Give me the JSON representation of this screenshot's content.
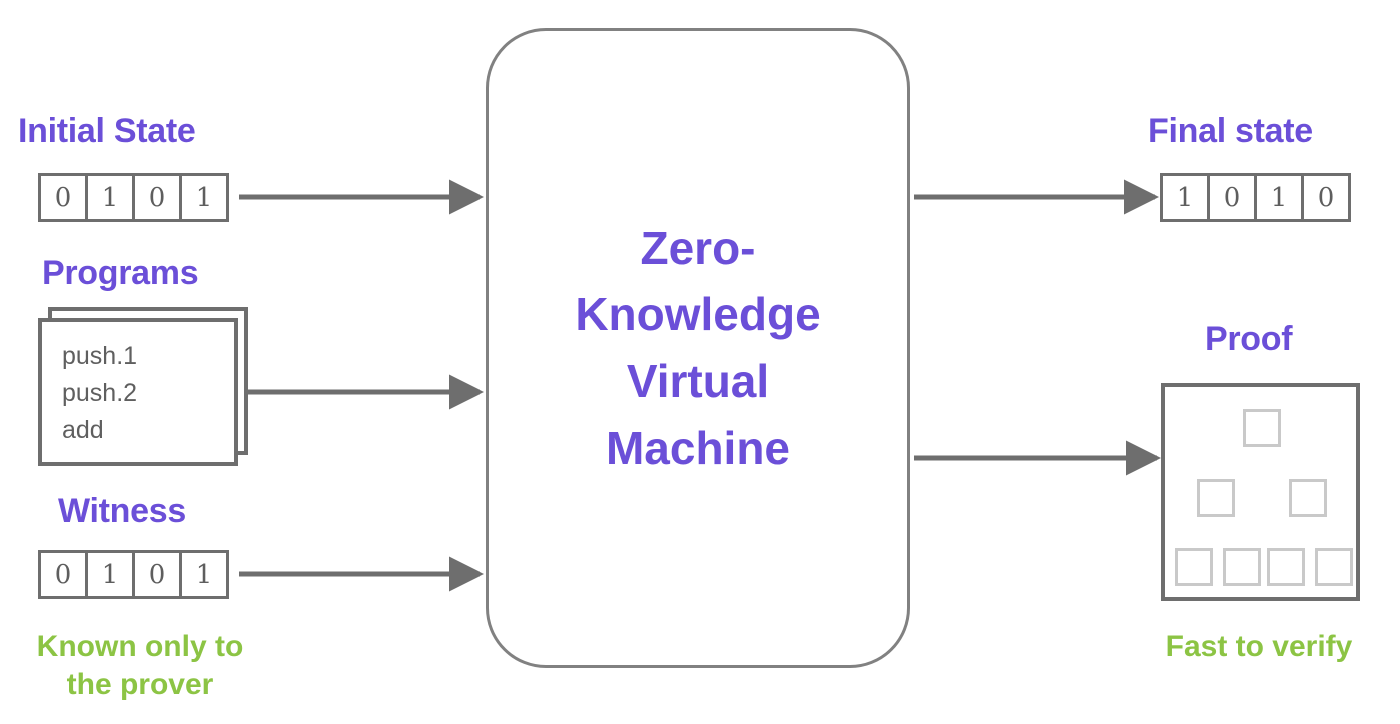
{
  "colors": {
    "heading_purple": "#6b4fd8",
    "note_green": "#8cc444",
    "line_gray": "#6e6e6e",
    "vm_border_gray": "#818181",
    "tree_node_gray": "#c9c9c9",
    "background": "#ffffff"
  },
  "diagram": {
    "type": "flow-diagram",
    "title": "Zero-Knowledge Virtual Machine"
  },
  "inputs": {
    "initial_state": {
      "label": "Initial State",
      "bits": [
        "0",
        "1",
        "0",
        "1"
      ]
    },
    "programs": {
      "label": "Programs",
      "code": [
        "push.1",
        "push.2",
        "add"
      ]
    },
    "witness": {
      "label": "Witness",
      "bits": [
        "0",
        "1",
        "0",
        "1"
      ],
      "note": "Known only to\nthe prover",
      "note_line1": "Known only to",
      "note_line2": "the prover"
    }
  },
  "processor": {
    "title": "Zero-\nKnowledge\nVirtual\nMachine",
    "title_lines": [
      "Zero-",
      "Knowledge",
      "Virtual",
      "Machine"
    ]
  },
  "outputs": {
    "final_state": {
      "label": "Final state",
      "bits": [
        "1",
        "0",
        "1",
        "0"
      ]
    },
    "proof": {
      "label": "Proof",
      "note": "Fast to verify",
      "tree": {
        "root": 1,
        "mid": 2,
        "leaves": 4
      }
    }
  }
}
